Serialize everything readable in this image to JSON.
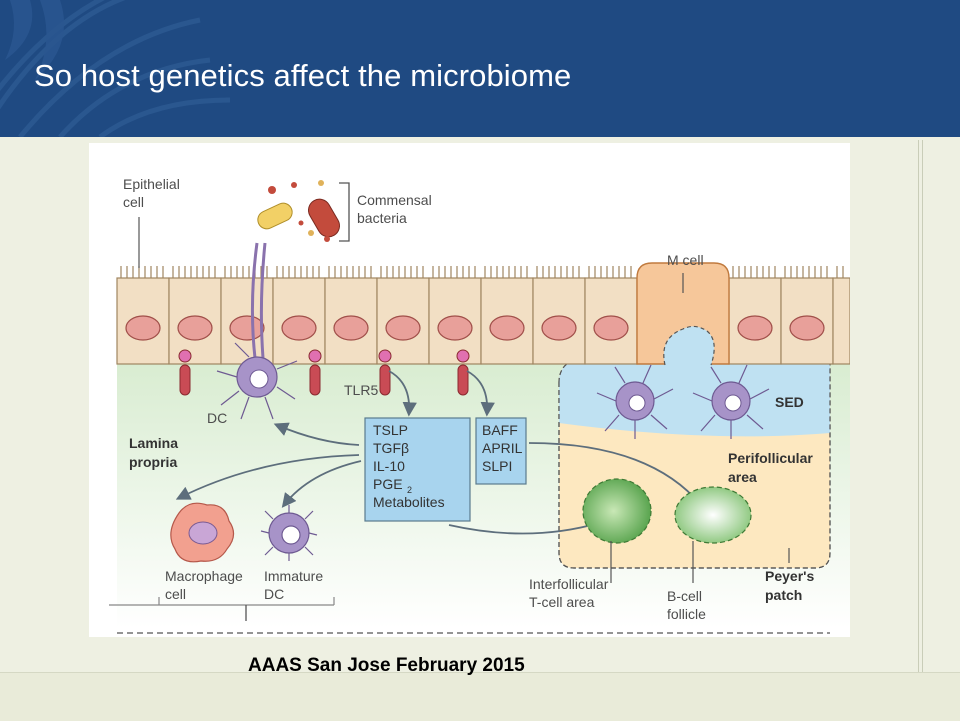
{
  "slide": {
    "title": "So host genetics affect the microbiome",
    "footer": "AAAS San Jose February 2015"
  },
  "colors": {
    "header_blue": "#1f4a82",
    "content_bg": "#eef0e2",
    "epithelium": "#f2dfc4",
    "nucleus": "#e8a09a",
    "box_blue": "#a8d4ee",
    "sed_blue": "#bfe1f2",
    "perifollicular": "#fde8c0",
    "follicle_green": "#5aaa4f"
  },
  "diagram": {
    "labels": {
      "epithelial_cell": [
        "Epithelial",
        "cell"
      ],
      "commensal_bacteria": [
        "Commensal",
        "bacteria"
      ],
      "m_cell": "M cell",
      "tlr5": "TLR5",
      "dc": "DC",
      "lamina_propria": [
        "Lamina",
        "propria"
      ],
      "sed": "SED",
      "perifollicular_area": [
        "Perifollicular",
        "area"
      ],
      "macrophage": [
        "Macrophage",
        "cell"
      ],
      "immature_dc": [
        "Immature",
        "DC"
      ],
      "interfollicular": [
        "Interfollicular",
        "T-cell area"
      ],
      "b_cell_follicle": [
        "B-cell",
        "follicle"
      ],
      "peyers_patch": [
        "Peyer's",
        "patch"
      ]
    },
    "box1": [
      "TSLP",
      "TGFβ",
      "IL-10",
      "PGE",
      "Metabolites"
    ],
    "box1_subscript": "2",
    "box2": [
      "BAFF",
      "APRIL",
      "SLPI"
    ]
  }
}
